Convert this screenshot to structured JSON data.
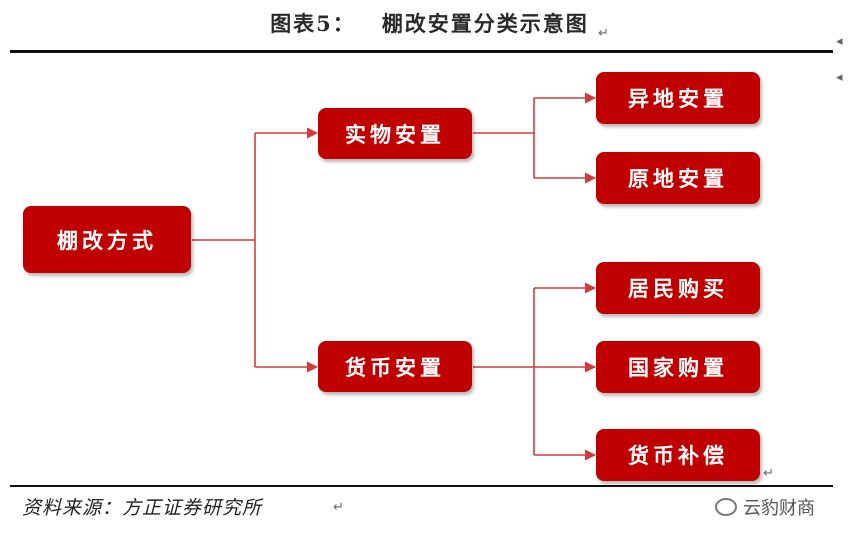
{
  "header": {
    "figure_label": "图表5：",
    "title": "棚改安置分类示意图"
  },
  "nodes": {
    "root": "棚改方式",
    "physical": "实物安置",
    "monetary": "货币安置",
    "relocation": "异地安置",
    "in_place": "原地安置",
    "resident_purchase": "居民购买",
    "state_purchase": "国家购置",
    "cash_compensation": "货币补偿"
  },
  "footer": {
    "source": "资料来源：方正证券研究所",
    "watermark": "云豹财商"
  },
  "colors": {
    "node_fill": "#c00000",
    "node_text": "#ffffff",
    "connector": "#d63a3a",
    "rule": "#111111"
  }
}
